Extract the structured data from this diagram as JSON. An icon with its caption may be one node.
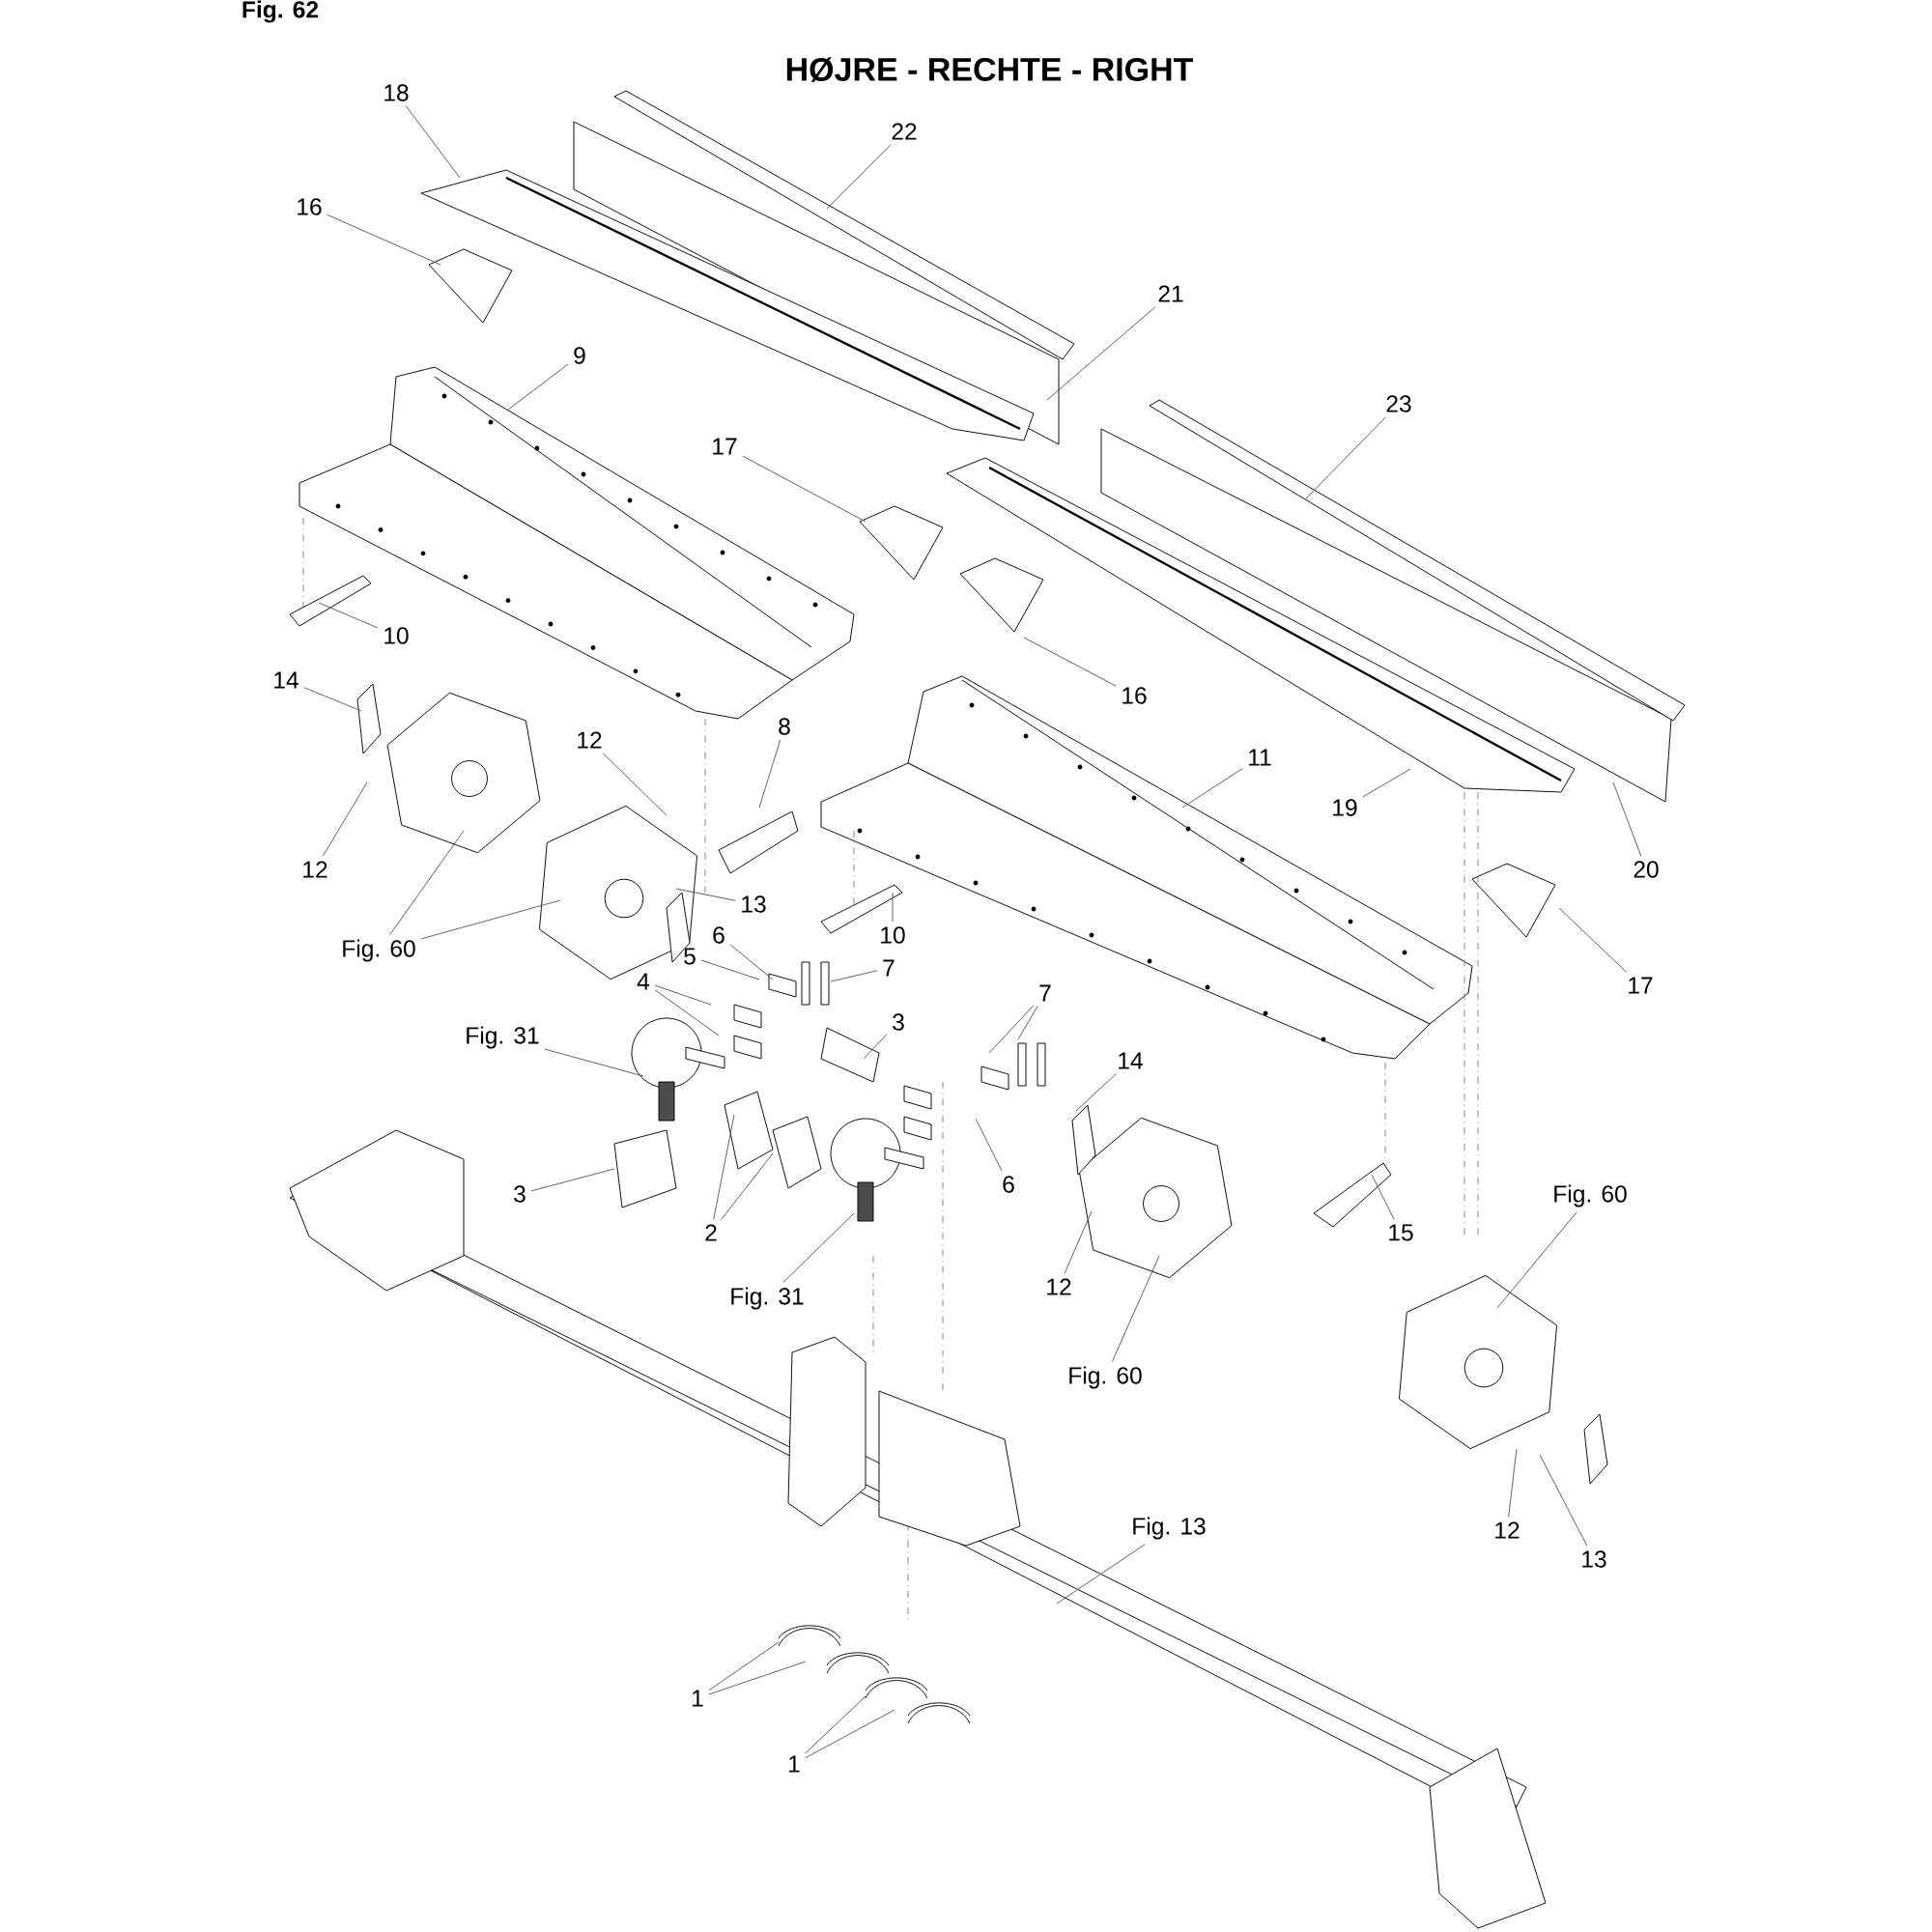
{
  "diagram": {
    "title": "HØJRE - RECHTE - RIGHT",
    "nodes": [
      {
        "text": [
          "18"
        ]
      },
      {
        "text": [
          "22"
        ]
      },
      {
        "text": [
          "16"
        ]
      },
      {
        "text": [
          "21"
        ]
      },
      {
        "text": [
          "9"
        ]
      },
      {
        "text": [
          "17"
        ]
      },
      {
        "text": [
          "23"
        ]
      },
      {
        "text": [
          "10"
        ]
      },
      {
        "text": [
          "16"
        ]
      },
      {
        "text": [
          "14"
        ]
      },
      {
        "text": [
          "12"
        ]
      },
      {
        "text": [
          "8"
        ]
      },
      {
        "text": [
          "11"
        ]
      },
      {
        "text": [
          "19"
        ]
      },
      {
        "text": [
          "12"
        ]
      },
      {
        "text": [
          "13"
        ]
      },
      {
        "text": [
          "20"
        ]
      },
      {
        "text": [
          "Fig. 60"
        ]
      },
      {
        "text": [
          "10"
        ]
      },
      {
        "text": [
          "6"
        ]
      },
      {
        "text": [
          "5"
        ]
      },
      {
        "text": [
          "7"
        ]
      },
      {
        "text": [
          "4"
        ]
      },
      {
        "text": [
          "7"
        ]
      },
      {
        "text": [
          "Fig. 31"
        ]
      },
      {
        "text": [
          "3"
        ]
      },
      {
        "text": [
          "14"
        ]
      },
      {
        "text": [
          "3"
        ]
      },
      {
        "text": [
          "6"
        ]
      },
      {
        "text": [
          "2"
        ]
      },
      {
        "text": [
          "15"
        ]
      },
      {
        "text": [
          "Fig. 60"
        ]
      },
      {
        "text": [
          "12"
        ]
      },
      {
        "text": [
          "Fig. 31"
        ]
      },
      {
        "text": [
          "Fig. 60"
        ]
      },
      {
        "text": [
          "Fig. 13"
        ]
      },
      {
        "text": [
          "12"
        ]
      },
      {
        "text": [
          "13"
        ]
      },
      {
        "text": [
          "17"
        ]
      },
      {
        "text": [
          "1"
        ]
      },
      {
        "text": [
          "1"
        ]
      }
    ],
    "edges": [
      {
        "from": 0,
        "to": null,
        "arrow": "none"
      },
      {
        "from": 1,
        "to": null,
        "arrow": "none"
      },
      {
        "from": 2,
        "to": null,
        "arrow": "none"
      },
      {
        "from": 3,
        "to": null,
        "arrow": "none"
      },
      {
        "from": 4,
        "to": null,
        "arrow": "none"
      },
      {
        "from": 5,
        "to": null,
        "arrow": "none"
      },
      {
        "from": 6,
        "to": null,
        "arrow": "none"
      },
      {
        "from": 7,
        "to": null,
        "arrow": "none"
      },
      {
        "from": 8,
        "to": null,
        "arrow": "none"
      },
      {
        "from": 9,
        "to": null,
        "arrow": "none"
      },
      {
        "from": 10,
        "to": null,
        "arrow": "none"
      },
      {
        "from": 11,
        "to": null,
        "arrow": "none"
      },
      {
        "from": 12,
        "to": null,
        "arrow": "none"
      },
      {
        "from": 13,
        "to": null,
        "arrow": "none"
      },
      {
        "from": 14,
        "to": null,
        "arrow": "none"
      },
      {
        "from": 15,
        "to": null,
        "arrow": "none"
      },
      {
        "from": 16,
        "to": null,
        "arrow": "none"
      },
      {
        "from": 17,
        "to": null,
        "arrow": "none"
      },
      {
        "from": 17,
        "to": null,
        "arrow": "none"
      },
      {
        "from": 18,
        "to": null,
        "arrow": "none"
      },
      {
        "from": 19,
        "to": null,
        "arrow": "none"
      },
      {
        "from": 20,
        "to": null,
        "arrow": "none"
      },
      {
        "from": 21,
        "to": null,
        "arrow": "none"
      },
      {
        "from": 22,
        "to": null,
        "arrow": "none"
      },
      {
        "from": 22,
        "to": null,
        "arrow": "none"
      },
      {
        "from": 23,
        "to": null,
        "arrow": "none"
      },
      {
        "from": 23,
        "to": null,
        "arrow": "none"
      },
      {
        "from": 24,
        "to": null,
        "arrow": "none"
      },
      {
        "from": 25,
        "to": null,
        "arrow": "none"
      },
      {
        "from": 26,
        "to": null,
        "arrow": "none"
      },
      {
        "from": 27,
        "to": null,
        "arrow": "none"
      },
      {
        "from": 28,
        "to": null,
        "arrow": "none"
      },
      {
        "from": 29,
        "to": null,
        "arrow": "none"
      },
      {
        "from": 29,
        "to": null,
        "arrow": "none"
      },
      {
        "from": 30,
        "to": null,
        "arrow": "none"
      },
      {
        "from": 31,
        "to": null,
        "arrow": "none"
      },
      {
        "from": 32,
        "to": null,
        "arrow": "none"
      },
      {
        "from": 33,
        "to": null,
        "arrow": "none"
      },
      {
        "from": 34,
        "to": null,
        "arrow": "none"
      },
      {
        "from": 35,
        "to": null,
        "arrow": "none"
      },
      {
        "from": 36,
        "to": null,
        "arrow": "none"
      },
      {
        "from": 37,
        "to": null,
        "arrow": "none"
      },
      {
        "from": 38,
        "to": null,
        "arrow": "none"
      },
      {
        "from": 39,
        "to": null,
        "arrow": "none"
      },
      {
        "from": 39,
        "to": null,
        "arrow": "none"
      },
      {
        "from": 40,
        "to": null,
        "arrow": "none"
      },
      {
        "from": 40,
        "to": null,
        "arrow": "none"
      }
    ],
    "labels": [
      "Fig. 62"
    ]
  }
}
